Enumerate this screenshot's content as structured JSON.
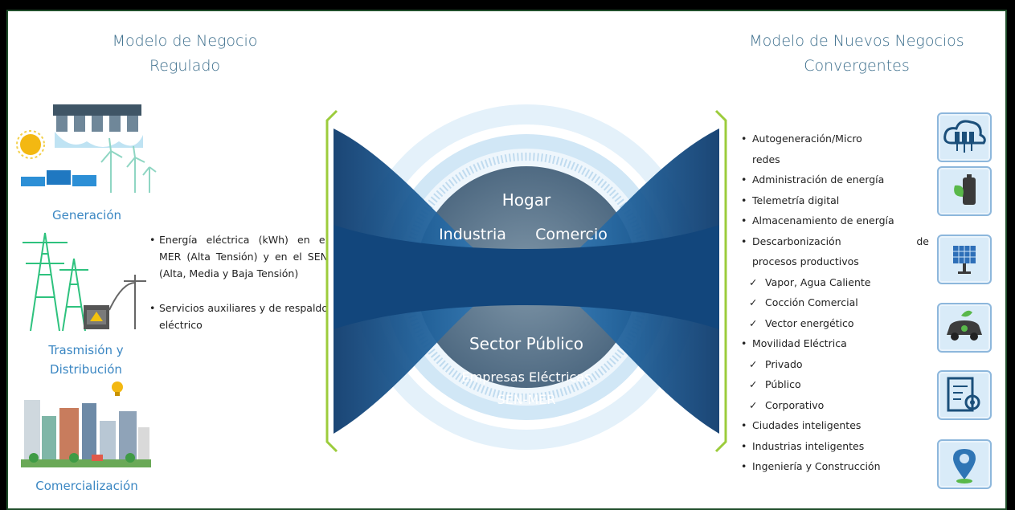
{
  "left_heading": {
    "line1": "Modelo de Negocio",
    "line2": "Regulado"
  },
  "right_heading": {
    "line1": "Modelo de Nuevos Negocios",
    "line2": "Convergentes"
  },
  "left_labels": {
    "generacion": "Generación",
    "transmision_line1": "Trasmisión y",
    "transmision_line2": "Distribución",
    "comercializacion": "Comercialización"
  },
  "regulated_bullets": [
    "Energía eléctrica (kWh) en el MER (Alta Tensión) y en el SEN (Alta, Media y Baja Tensión)",
    "Servicios auxiliares y de respaldo eléctrico"
  ],
  "center_top": {
    "hogar": "Hogar",
    "industria": "Industria",
    "comercio": "Comercio"
  },
  "center_bottom": {
    "sector_publico": "Sector Público",
    "empresas": "Empresas Eléctricas",
    "sen_mer": "SEN-MER"
  },
  "new_business_list": [
    {
      "type": "bullet",
      "text": "Autogeneración/Micro"
    },
    {
      "type": "cont",
      "text": "redes"
    },
    {
      "type": "bullet",
      "text": "Administración de energía"
    },
    {
      "type": "bullet",
      "text": "Telemetría digital"
    },
    {
      "type": "bullet",
      "text": "Almacenamiento de energía"
    },
    {
      "type": "bullet",
      "text": "Descarbonización de"
    },
    {
      "type": "cont",
      "text": "procesos productivos"
    },
    {
      "type": "check",
      "text": "Vapor, Agua Caliente"
    },
    {
      "type": "check",
      "text": "Cocción Comercial"
    },
    {
      "type": "check",
      "text": "Vector energético"
    },
    {
      "type": "bullet",
      "text": "Movilidad Eléctrica"
    },
    {
      "type": "check",
      "text": "Privado"
    },
    {
      "type": "check",
      "text": "Público"
    },
    {
      "type": "check",
      "text": "Corporativo"
    },
    {
      "type": "bullet",
      "text": "Ciudades inteligentes"
    },
    {
      "type": "bullet",
      "text": "Industrias inteligentes"
    },
    {
      "type": "bullet",
      "text": "Ingeniería y Construcción"
    }
  ],
  "icons": [
    "cloud-server-icon",
    "battery-leaf-icon",
    "solar-panel-icon",
    "electric-car-icon",
    "settings-document-icon",
    "location-pin-icon"
  ],
  "colors": {
    "heading": "#3c6e8c",
    "accent_blue": "#3b87c3",
    "dark_blue": "#17467a",
    "green_line": "#9ccc3c"
  }
}
